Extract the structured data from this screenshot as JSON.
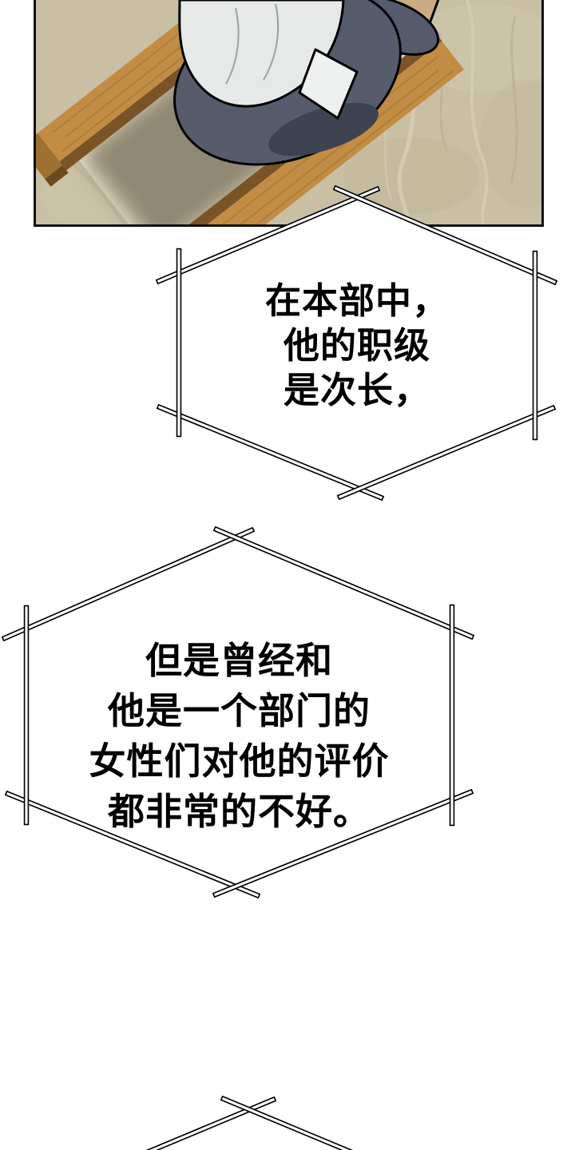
{
  "panel": {
    "description": "Overhead comic panel: a person in a light shirt and dark trousers kneels on a wooden kneeler bench with a cream cushion, on a beige marble floor",
    "colors": {
      "floor": "#c8bfa4",
      "floor_vein_light": "#d9d1b8",
      "floor_vein_dark": "#b3aa8e",
      "wood": "#c28c44",
      "wood_side": "#7a5426",
      "wood_end": "#9c7131",
      "cushion": "#ebe3cc",
      "cushion_shadow": "#857e68",
      "pants": "#565c6c",
      "pants_fold": "#3e4352",
      "shirt": "#e6e9e8",
      "cuff": "#eef1f0",
      "shoe": "#c9ac81",
      "outline": "#000000",
      "border": "#111111"
    }
  },
  "style": {
    "bubble_fill": "#ffffff",
    "bubble_stroke": "#000000",
    "text_color": "#000000"
  },
  "bubbles": [
    {
      "name": "narration-1",
      "lines": [
        "在本部中，",
        "他的职级",
        "是次长，"
      ]
    },
    {
      "name": "narration-2",
      "lines": [
        "但是曾经和",
        "他是一个部门的",
        "女性们对他的评价",
        "都非常的不好。"
      ]
    },
    {
      "name": "narration-3-partial",
      "lines": []
    }
  ]
}
